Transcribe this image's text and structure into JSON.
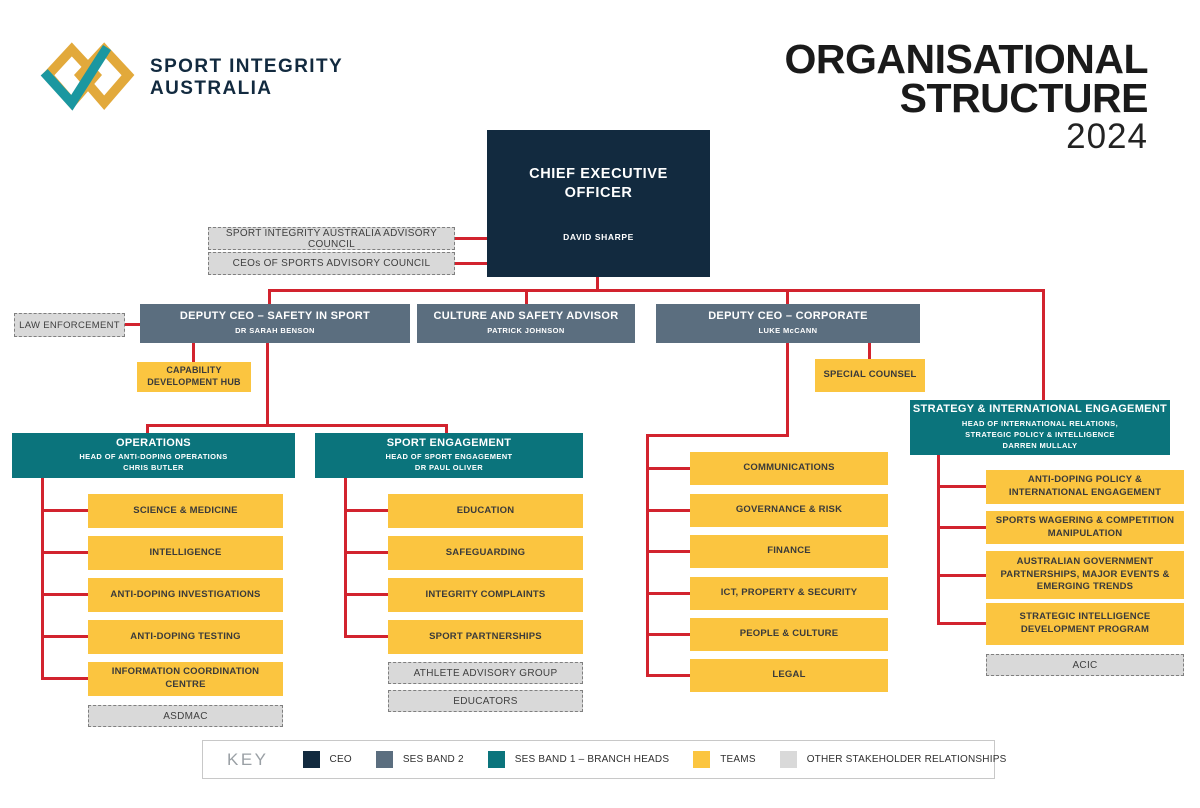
{
  "header": {
    "brand_line1": "SPORT INTEGRITY",
    "brand_line2": "AUSTRALIA",
    "title_line1": "ORGANISATIONAL",
    "title_line2": "STRUCTURE",
    "year": "2024"
  },
  "ceo": {
    "title": "CHIEF EXECUTIVE OFFICER",
    "name": "DAVID SHARPE"
  },
  "stakeholders": {
    "sia_advisory_council": "SPORT INTEGRITY AUSTRALIA ADVISORY COUNCIL",
    "ceos_advisory_council": "CEOs OF SPORTS ADVISORY COUNCIL",
    "law_enforcement": "LAW ENFORCEMENT",
    "asdmac": "ASDMAC",
    "athlete_advisory_group": "ATHLETE ADVISORY GROUP",
    "educators": "EDUCATORS",
    "acic": "ACIC"
  },
  "executives": {
    "deputy_safety": {
      "title": "DEPUTY CEO – SAFETY IN SPORT",
      "name": "DR SARAH BENSON"
    },
    "culture_safety": {
      "title": "CULTURE AND SAFETY ADVISOR",
      "name": "PATRICK JOHNSON"
    },
    "deputy_corporate": {
      "title": "DEPUTY CEO – CORPORATE",
      "name": "LUKE McCANN"
    }
  },
  "units": {
    "capability_hub": "CAPABILITY DEVELOPMENT HUB",
    "special_counsel": "SPECIAL COUNSEL"
  },
  "branches": {
    "operations": {
      "title": "OPERATIONS",
      "role": "HEAD OF ANTI-DOPING OPERATIONS",
      "name": "CHRIS BUTLER",
      "teams": [
        "SCIENCE & MEDICINE",
        "INTELLIGENCE",
        "ANTI-DOPING INVESTIGATIONS",
        "ANTI-DOPING TESTING",
        "INFORMATION COORDINATION CENTRE"
      ]
    },
    "sport_engagement": {
      "title": "SPORT ENGAGEMENT",
      "role": "HEAD OF SPORT ENGAGEMENT",
      "name": "DR PAUL OLIVER",
      "teams": [
        "EDUCATION",
        "SAFEGUARDING",
        "INTEGRITY COMPLAINTS",
        "SPORT PARTNERSHIPS"
      ]
    },
    "corporate": {
      "teams": [
        "COMMUNICATIONS",
        "GOVERNANCE & RISK",
        "FINANCE",
        "ICT, PROPERTY & SECURITY",
        "PEOPLE & CULTURE",
        "LEGAL"
      ]
    },
    "strategy": {
      "title": "STRATEGY & INTERNATIONAL ENGAGEMENT",
      "role": "HEAD OF INTERNATIONAL RELATIONS, STRATEGIC POLICY & INTELLIGENCE",
      "name": "DARREN MULLALY",
      "teams": [
        "ANTI-DOPING POLICY & INTERNATIONAL ENGAGEMENT",
        "SPORTS WAGERING & COMPETITION MANIPULATION",
        "AUSTRALIAN GOVERNMENT PARTNERSHIPS, MAJOR EVENTS & EMERGING TRENDS",
        "STRATEGIC INTELLIGENCE DEVELOPMENT PROGRAM"
      ]
    }
  },
  "key": {
    "label": "KEY",
    "items": [
      {
        "label": "CEO",
        "color": "#122a3f"
      },
      {
        "label": "SES BAND 2",
        "color": "#5b6e7f"
      },
      {
        "label": "SES BAND 1 – BRANCH HEADS",
        "color": "#0b747c"
      },
      {
        "label": "TEAMS",
        "color": "#fbc540"
      },
      {
        "label": "OTHER STAKEHOLDER RELATIONSHIPS",
        "color": "#d9d9d9"
      }
    ]
  },
  "colors": {
    "ceo": "#122a3f",
    "ses_band_2": "#5b6e7f",
    "ses_band_1": "#0b747c",
    "teams": "#fbc540",
    "stakeholder": "#d9d9d9",
    "connector": "#d2232e",
    "logo_teal": "#1b97a0",
    "logo_gold": "#e2a93b"
  }
}
